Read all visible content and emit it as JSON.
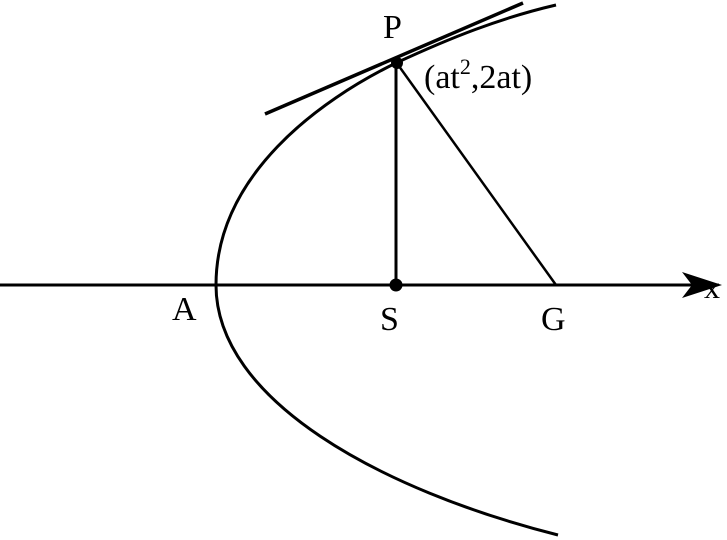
{
  "labels": {
    "point_p": "P",
    "point_p_coords_prefix": "(at",
    "point_p_coords_sup": "2",
    "point_p_coords_suffix": ",2at)",
    "vertex": "A",
    "focus": "S",
    "normal_foot": "G",
    "axis": "x"
  },
  "colors": {
    "stroke": "#000000",
    "background": "#ffffff"
  }
}
